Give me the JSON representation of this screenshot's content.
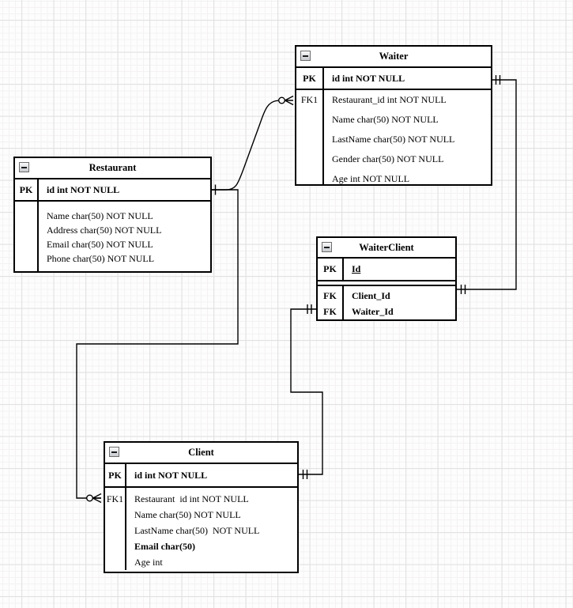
{
  "canvas": {
    "background_color": "#fdfdfd",
    "grid_minor_color": "#f4f2f3",
    "grid_major_color": "#e2e2e2",
    "line_color": "#000000",
    "table_fill_color": "#ffffff"
  },
  "icons": {
    "collapse": "minus-in-square"
  },
  "tables": [
    {
      "title": "Waiter",
      "pk": {
        "key": "PK",
        "text": "id int NOT NULL"
      },
      "rows": [
        {
          "key": "FK1",
          "text": "Restaurant_id int NOT NULL"
        },
        {
          "key": "",
          "text": "Name char(50) NOT NULL"
        },
        {
          "key": "",
          "text": "LastName char(50) NOT NULL"
        },
        {
          "key": "",
          "text": "Gender char(50) NOT NULL"
        },
        {
          "key": "",
          "text": "Age int NOT NULL"
        }
      ]
    },
    {
      "title": "Restaurant",
      "pk": {
        "key": "PK",
        "text": "id int NOT NULL"
      },
      "rows": [
        {
          "key": "",
          "text": "Name char(50) NOT NULL"
        },
        {
          "key": "",
          "text": "Address char(50) NOT NULL"
        },
        {
          "key": "",
          "text": "Email char(50) NOT NULL"
        },
        {
          "key": "",
          "text": "Phone char(50) NOT NULL"
        }
      ]
    },
    {
      "title": "WaiterClient",
      "pk": {
        "key": "PK",
        "text": "Id"
      },
      "rows": [
        {
          "key": "FK",
          "text": "Client_Id"
        },
        {
          "key": "FK",
          "text": "Waiter_Id"
        }
      ]
    },
    {
      "title": "Client",
      "pk": {
        "key": "PK",
        "text": "id int NOT NULL"
      },
      "rows": [
        {
          "key": "FK1",
          "text": "Restaurant  id int NOT NULL"
        },
        {
          "key": "",
          "text": "Name char(50) NOT NULL"
        },
        {
          "key": "",
          "text": "LastName char(50)  NOT NULL"
        },
        {
          "key": "",
          "text": "Email char(50)"
        },
        {
          "key": "",
          "text": "Age int"
        }
      ]
    }
  ],
  "connectors": [
    {
      "from": "Restaurant",
      "to": "Waiter",
      "from_symbol": "one-tick",
      "to_symbol": "zero-or-many-crowfoot"
    },
    {
      "from": "Waiter",
      "to": "WaiterClient",
      "from_symbol": "one-and-only-one",
      "to_symbol": "one-and-only-one"
    },
    {
      "from": "WaiterClient",
      "to": "Client",
      "from_symbol": "one-and-only-one",
      "to_symbol": "one-and-only-one"
    },
    {
      "from": "Restaurant",
      "to": "Client",
      "from_symbol": "one-tick",
      "to_symbol": "zero-or-many-crowfoot"
    }
  ]
}
